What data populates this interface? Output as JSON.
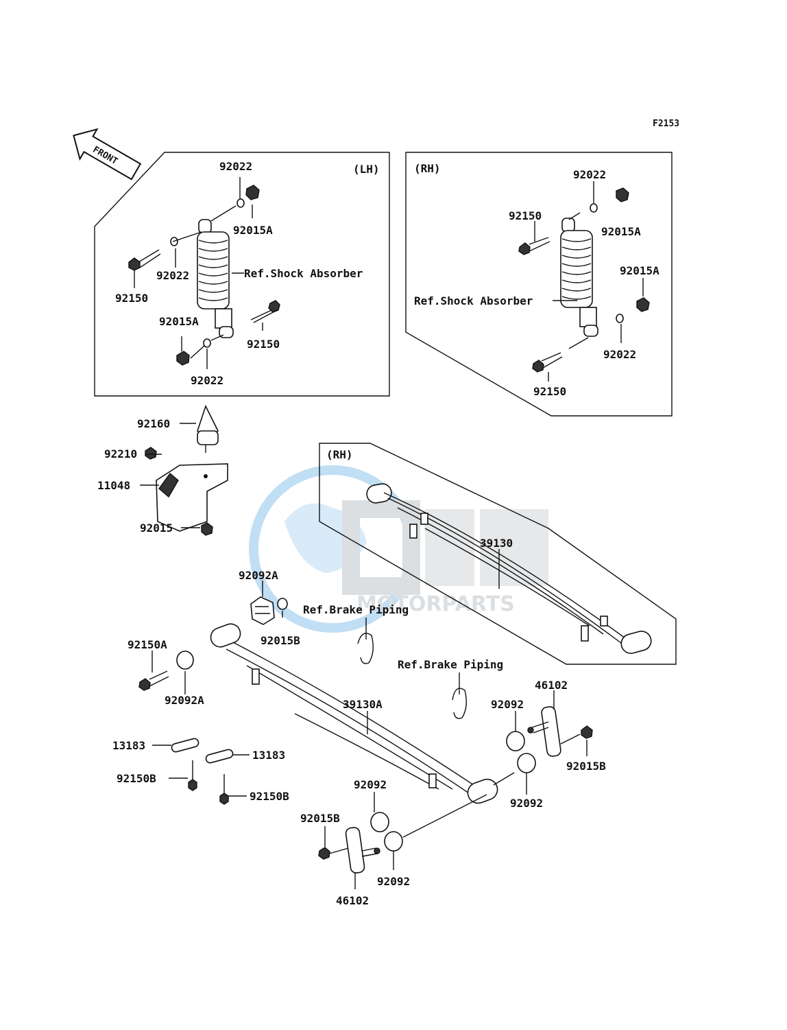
{
  "figure_code": "F2153",
  "front_arrow": "FRONT",
  "panels": {
    "lh": {
      "side": "(LH)"
    },
    "rh_shock": {
      "side": "(RH)"
    },
    "rh_spring": {
      "side": "(RH)"
    }
  },
  "watermark": {
    "brand": "OSM",
    "sub": "MOTORPARTS",
    "color": "#4da3e0"
  },
  "labels": {
    "lh_92022_top": "92022",
    "lh_92015A_top": "92015A",
    "lh_92022_mid": "92022",
    "lh_ref_shock": "Ref.Shock Absorber",
    "lh_92150_left": "92150",
    "lh_92015A_bot": "92015A",
    "lh_92150_right": "92150",
    "lh_92022_bot": "92022",
    "rh_92022_top": "92022",
    "rh_92150_top": "92150",
    "rh_92015A_top": "92015A",
    "rh_92015A_mid": "92015A",
    "rh_ref_shock": "Ref.Shock Absorber",
    "rh_92022_bot": "92022",
    "rh_92150_bot": "92150",
    "p92160": "92160",
    "p92210": "92210",
    "p11048": "11048",
    "p92015": "92015",
    "p39130": "39130",
    "p92092A_top": "92092A",
    "p92015B_top": "92015B",
    "ref_brake_1": "Ref.Brake Piping",
    "p92150A": "92150A",
    "p92092A_bot": "92092A",
    "ref_brake_2": "Ref.Brake Piping",
    "p46102_top": "46102",
    "p92092_r1": "92092",
    "p39130A": "39130A",
    "p92015B_right": "92015B",
    "p13183_left": "13183",
    "p13183_right": "13183",
    "p92150B_left": "92150B",
    "p92150B_right": "92150B",
    "p92092_r2": "92092",
    "p92092_bot1": "92092",
    "p92015B_bot": "92015B",
    "p92092_bot2": "92092",
    "p46102_bot": "46102"
  }
}
